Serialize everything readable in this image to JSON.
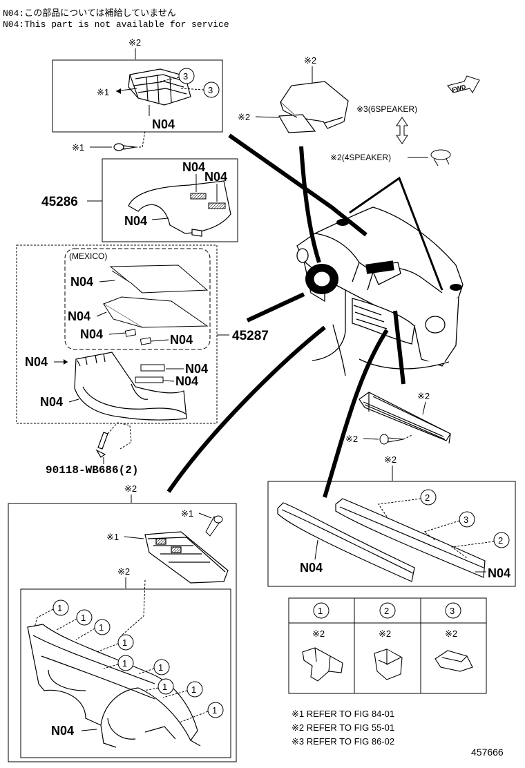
{
  "header": {
    "note_jp": "N04:この部品については補給していません",
    "note_en": "N04:This part is not available for service"
  },
  "codes": {
    "n04": "N04",
    "p45286": "45286",
    "p45287": "45287",
    "screw": "90118-WB686(2)",
    "mexico": "(MEXICO)",
    "fig_number": "457666"
  },
  "refs": {
    "r1": "※1",
    "r2": "※2",
    "speaker6": "※3(6SPEAKER)",
    "speaker4": "※2(4SPEAKER)",
    "fwd": "FWD"
  },
  "callouts": {
    "c1": "1",
    "c2": "2",
    "c3": "3"
  },
  "clip_table": {
    "headers": [
      "1",
      "2",
      "3"
    ],
    "refs": [
      "※2",
      "※2",
      "※2"
    ]
  },
  "legend": [
    "※1 REFER TO FIG 84-01",
    "※2 REFER TO FIG 55-01",
    "※3 REFER TO FIG 86-02"
  ]
}
